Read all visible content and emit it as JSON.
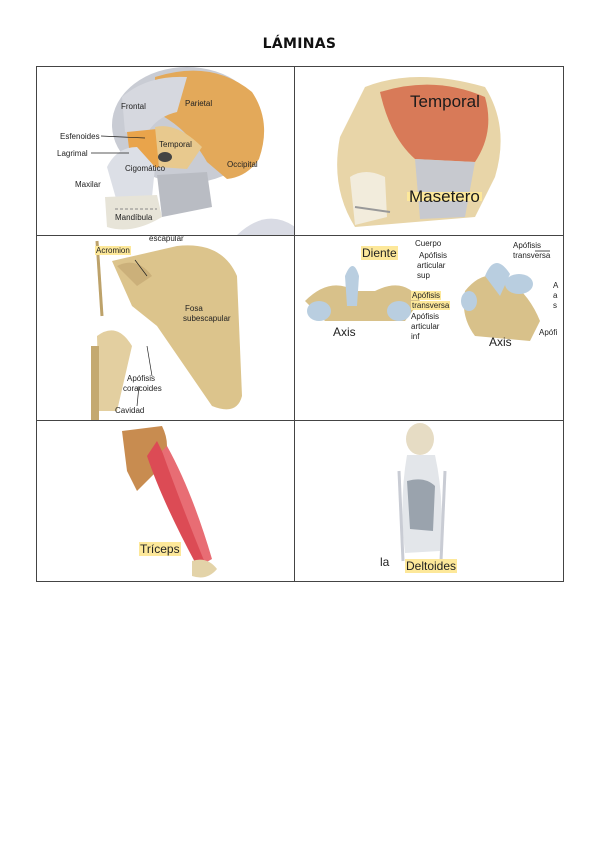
{
  "title": "LÁMINAS",
  "cells": {
    "skull": {
      "labels": {
        "frontal": "Frontal",
        "parietal": "Parietal",
        "esfenoides": "Esfenoides",
        "lagrimal": "Lagrimal",
        "temporal": "Temporal",
        "cigomatico": "Cigomático",
        "occipital": "Occipital",
        "maxilar": "Maxilar",
        "mandibula": "Mandíbula"
      }
    },
    "temporal": {
      "labels": {
        "temporal": "Temporal",
        "masetero": "Masetero"
      }
    },
    "scapula": {
      "labels": {
        "top_cut": "escapular",
        "acromion": "Acromion",
        "fosa": "Fosa",
        "subescapular": "subescapular",
        "apofisis": "Apófisis",
        "coracoides": "coracoides",
        "cavidad": "Cavidad"
      }
    },
    "axis": {
      "labels": {
        "diente": "Diente",
        "cuerpo": "Cuerpo",
        "apofisis_art_sup_1": "Apófisis",
        "apofisis_art_sup_2": "articular",
        "apofisis_art_sup_3": "sup",
        "apofisis_transversa_1": "Apófisis",
        "apofisis_transversa_2": "transversa",
        "apofisis_art_inf_1": "Apófisis",
        "apofisis_art_inf_2": "articular",
        "apofisis_art_inf_3": "inf",
        "axis_left": "Axis",
        "axis_right": "Axis",
        "right_apofisis": "Apófisis",
        "right_transversa": "transversa",
        "right_apofi": "Apófi",
        "right_a1": "A",
        "right_a2": "a",
        "right_a3": "s"
      }
    },
    "triceps": {
      "labels": {
        "triceps": "Tríceps"
      }
    },
    "deltoides": {
      "labels": {
        "la": "la",
        "deltoides": "Deltoides"
      }
    }
  },
  "colors": {
    "bone": "#d9c38f",
    "parietal": "#e3a95a",
    "muscle_red": "#d9484f",
    "highlight": "#fde89a"
  }
}
